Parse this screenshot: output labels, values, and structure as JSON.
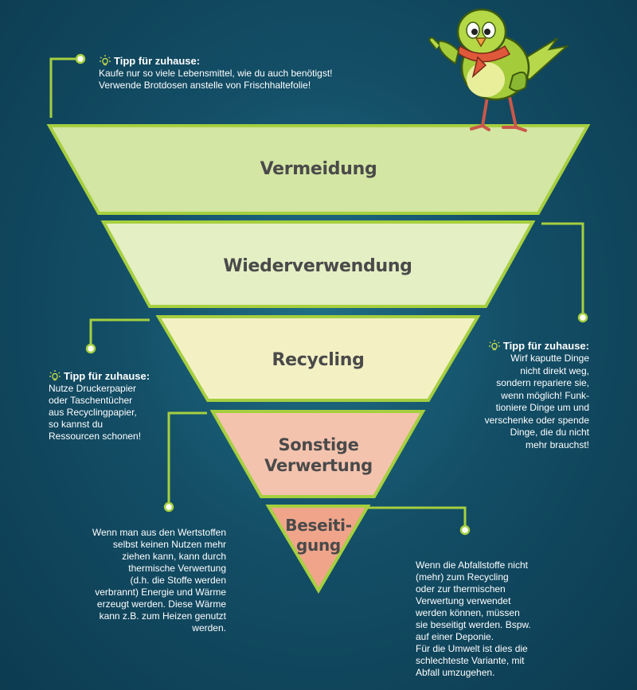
{
  "pyramid": {
    "tiers": [
      {
        "label": "Vermeidung"
      },
      {
        "label": "Wiederverwendung"
      },
      {
        "label": "Recycling"
      },
      {
        "label_line1": "Sonstige",
        "label_line2": "Verwertung"
      },
      {
        "label_line1": "Beseiti-",
        "label_line2": "gung"
      }
    ]
  },
  "tips": {
    "top": {
      "title": "Tipp für zuhause:",
      "line1": "Kaufe nur so viele Lebensmittel, wie du auch benötigst!",
      "line2": "Verwende Brotdosen anstelle von Frischhaltefolie!"
    },
    "left": {
      "title": "Tipp für zuhause:",
      "line1": "Nutze Druckerpapier",
      "line2": "oder Taschentücher",
      "line3": "aus Recyclingpapier,",
      "line4": "so kannst du",
      "line5": "Ressourcen schonen!"
    },
    "right": {
      "title": "Tipp für zuhause:",
      "line1": "Wirf kaputte Dinge",
      "line2": "nicht direkt weg,",
      "line3": "sondern repariere sie,",
      "line4": "wenn möglich! Funk-",
      "line5": "tioniere Dinge um und",
      "line6": "verschenke oder spende",
      "line7": "Dinge, die du nicht",
      "line8": "mehr brauchst!"
    }
  },
  "notes": {
    "verwertung": {
      "line1": "Wenn man aus den Wertstoffen",
      "line2": "selbst keinen Nutzen mehr",
      "line3": "ziehen kann, kann durch",
      "line4": "thermische Verwertung",
      "line5": "(d.h. die Stoffe werden",
      "line6": "verbrannt) Energie und Wärme",
      "line7": "erzeugt werden. Diese Wärme",
      "line8": "kann z.B. zum Heizen genutzt",
      "line9": "werden."
    },
    "beseitigung": {
      "line1": "Wenn die Abfallstoffe nicht",
      "line2": "(mehr) zum Recycling",
      "line3": "oder zur thermischen",
      "line4": "Verwertung verwendet",
      "line5": "werden können, müssen",
      "line6": "sie beseitigt werden. Bspw.",
      "line7": "auf einer Deponie.",
      "line8": "Für die Umwelt ist dies die",
      "line9": "schlechteste Variante, mit",
      "line10": "Abfall umzugehen."
    }
  },
  "colors": {
    "background": "#134e66",
    "outline": "#a6cf3f",
    "tier1": "#d3e6a4",
    "tier2": "#e4efc4",
    "tier3": "#f3f1c4",
    "tier4": "#f4c3ae",
    "tier5": "#f0a58b",
    "text_dark": "#4a4a4a"
  },
  "icons": {
    "tip": "lightbulb-icon",
    "mascot": "bird-mascot"
  }
}
